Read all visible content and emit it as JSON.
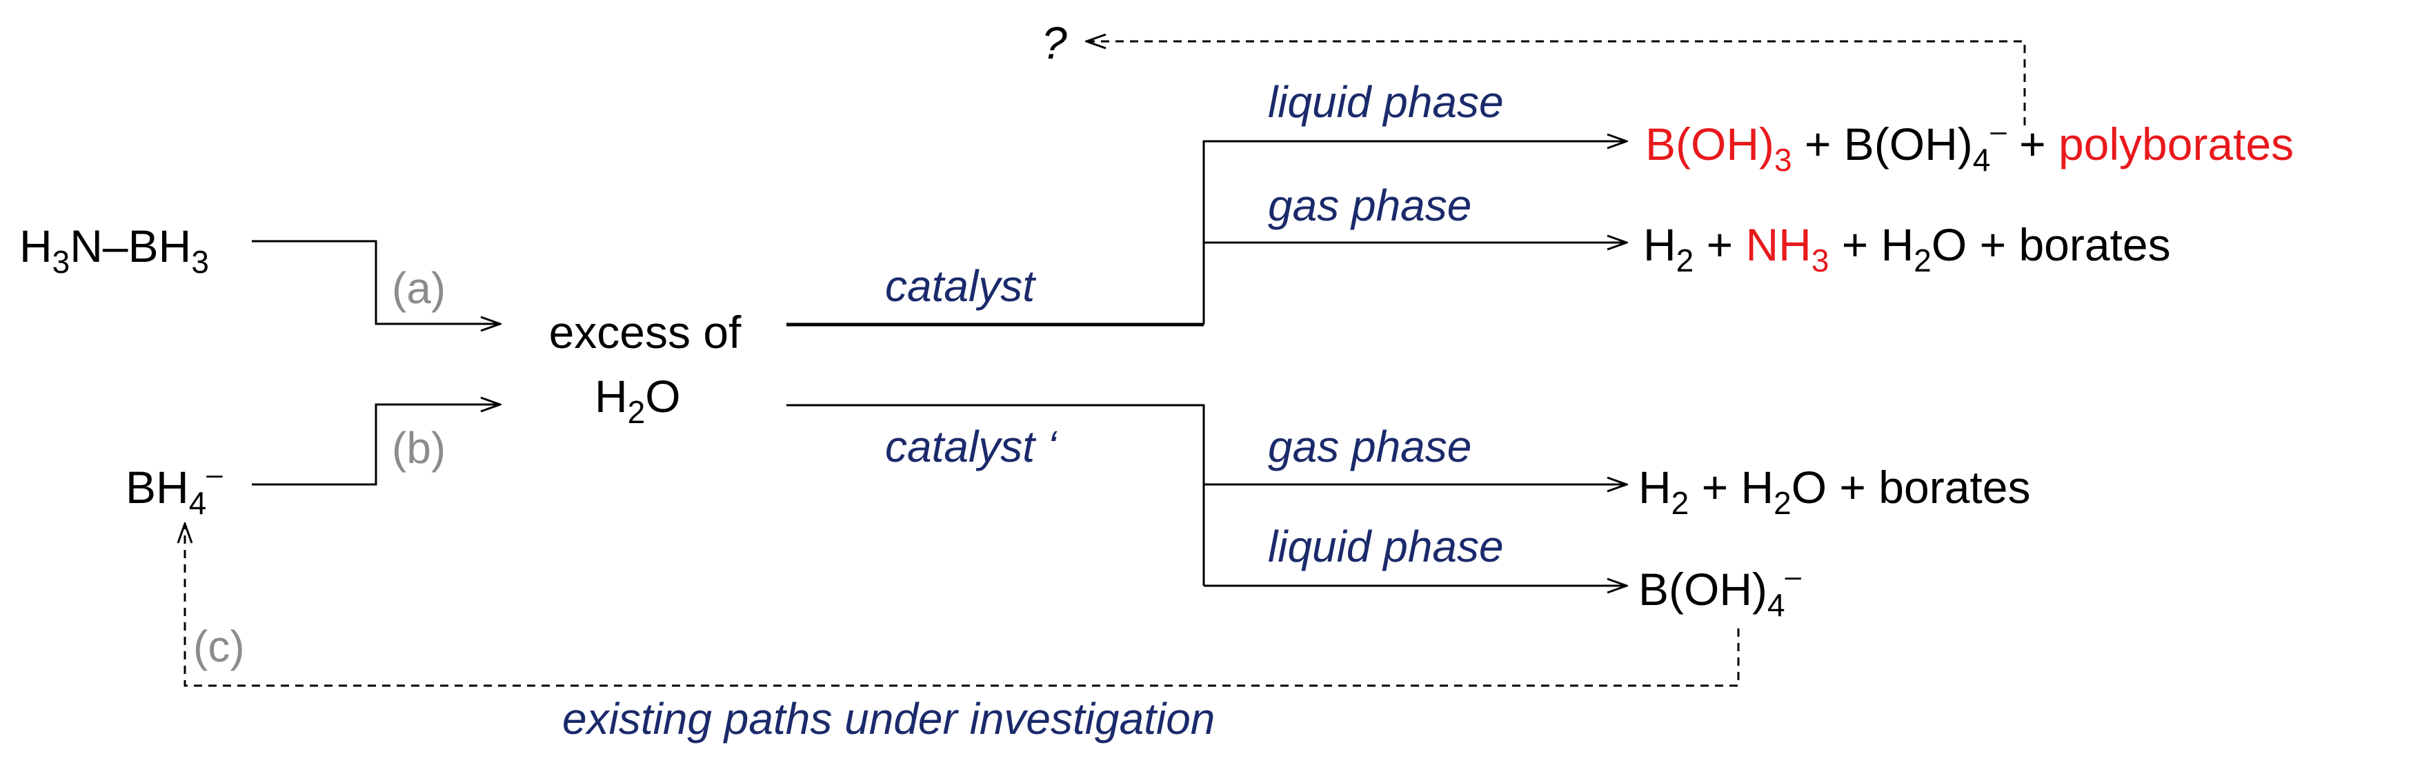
{
  "reactants": {
    "ammonia_borane": {
      "p1": "H",
      "s1": "3",
      "p2": "N–BH",
      "s2": "3"
    },
    "borohydride": {
      "p1": "BH",
      "s1": "4",
      "sup": "–"
    }
  },
  "route_labels": {
    "a": "(a)",
    "b": "(b)",
    "c": "(c)"
  },
  "center": {
    "line1": "excess of",
    "line2_p1": "H",
    "line2_s1": "2",
    "line2_p2": "O"
  },
  "catalysts": {
    "top": "catalyst",
    "bottom": "catalyst ‘"
  },
  "phases": {
    "top_liquid": "liquid phase",
    "top_gas": "gas phase",
    "bottom_gas": "gas phase",
    "bottom_liquid": "liquid phase"
  },
  "products": {
    "top_liquid": {
      "boric_acid": "B(OH)",
      "boric_acid_sub": "3",
      "plus1": " + B(OH)",
      "borate_sub": "4",
      "borate_sup": "–",
      "plus2": " + ",
      "polyborates": "polyborates"
    },
    "top_gas": {
      "h": "H",
      "h_sub": "2",
      "plus1": " + ",
      "nh": "NH",
      "nh_sub": "3",
      "plus2": " + H",
      "w_sub": "2",
      "rest": "O + borates"
    },
    "bottom_gas": {
      "h": "H",
      "h_sub": "2",
      "plus": " + H",
      "w_sub": "2",
      "rest": "O + borates"
    },
    "bottom_liquid": {
      "p1": "B(OH)",
      "s1": "4",
      "sup": "–"
    }
  },
  "question_mark": "?",
  "footer": "existing paths under investigation",
  "colors": {
    "highlight": "#e8191c",
    "label": "#1b2a6b",
    "route": "#8c8c8c",
    "line": "#000000"
  }
}
